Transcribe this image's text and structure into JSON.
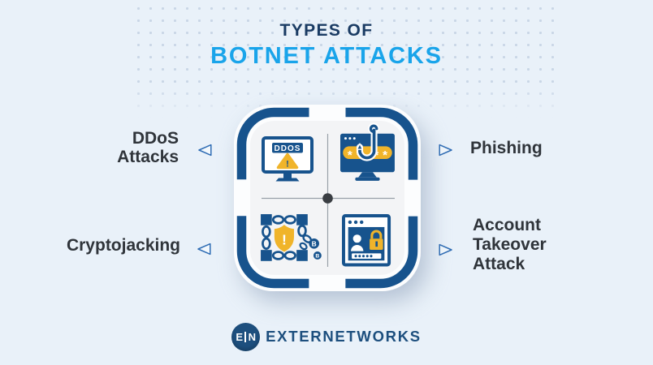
{
  "page": {
    "background_color": "#e9f1f9"
  },
  "header": {
    "title_line1": "TYPES OF",
    "title_line2": "BOTNET ATTACKS",
    "title_line1_color": "#1a3b63",
    "title_line2_color": "#19a4ea"
  },
  "diagram": {
    "accent_navy": "#17538d",
    "accent_yellow": "#f0b42a",
    "icons": [
      {
        "name": "ddos-monitor-icon",
        "screen_text": "DDOS",
        "warning_mark": "!"
      },
      {
        "name": "phishing-hook-icon",
        "mask_char": "*"
      },
      {
        "name": "cryptojacking-blockchain-icon",
        "warning_mark": "!",
        "coin_symbol": "B"
      },
      {
        "name": "account-takeover-window-icon"
      }
    ],
    "labels": {
      "ddos": {
        "lines": [
          "DDoS",
          "Attacks"
        ]
      },
      "phishing": {
        "lines": [
          "Phishing"
        ]
      },
      "cryptojacking": {
        "lines": [
          "Cryptojacking"
        ]
      },
      "account_takeover": {
        "lines": [
          "Account",
          "Takeover",
          "Attack"
        ]
      }
    }
  },
  "footer": {
    "logo_letter_left": "E",
    "logo_letter_right": "N",
    "brand_name": "EXTERNETWORKS",
    "brand_color": "#1d4f7e"
  }
}
